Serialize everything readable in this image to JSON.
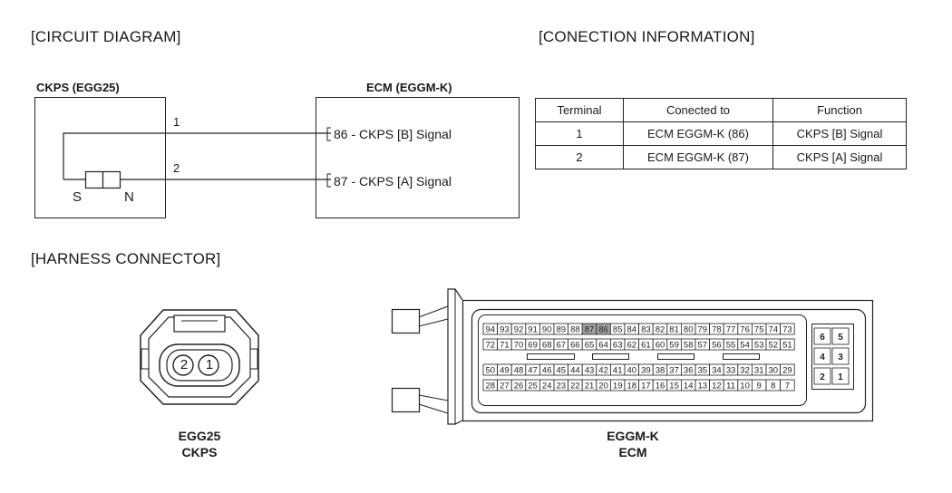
{
  "headings": {
    "circuit": "[CIRCUIT DIAGRAM]",
    "connection": "[CONECTION INFORMATION]",
    "harness": "[HARNESS CONNECTOR]"
  },
  "circuit": {
    "sensor_title": "CKPS (EGG25)",
    "ecm_title": "ECM (EGGM-K)",
    "pin1": "1",
    "pin2": "2",
    "pole_s": "S",
    "pole_n": "N",
    "ecm_pin_a": "86 - CKPS [B] Signal",
    "ecm_pin_b": "87 - CKPS [A] Signal"
  },
  "table": {
    "headers": [
      "Terminal",
      "Conected to",
      "Function"
    ],
    "rows": [
      [
        "1",
        "ECM EGGM-K (86)",
        "CKPS [B] Signal"
      ],
      [
        "2",
        "ECM EGGM-K (87)",
        "CKPS [A] Signal"
      ]
    ]
  },
  "harness": {
    "ckps_pin_left": "2",
    "ckps_pin_right": "1",
    "ckps_code": "EGG25",
    "ckps_name": "CKPS",
    "ecm_code": "EGGM-K",
    "ecm_name": "ECM",
    "ecm_rows": [
      [
        "94",
        "93",
        "92",
        "91",
        "90",
        "89",
        "88",
        "87",
        "86",
        "85",
        "84",
        "83",
        "82",
        "81",
        "80",
        "79",
        "78",
        "77",
        "76",
        "75",
        "74",
        "73"
      ],
      [
        "72",
        "71",
        "70",
        "69",
        "68",
        "67",
        "66",
        "65",
        "64",
        "63",
        "62",
        "61",
        "60",
        "59",
        "58",
        "57",
        "56",
        "55",
        "54",
        "53",
        "52",
        "51"
      ],
      [
        "50",
        "49",
        "48",
        "47",
        "46",
        "45",
        "44",
        "43",
        "42",
        "41",
        "40",
        "39",
        "38",
        "37",
        "36",
        "35",
        "34",
        "33",
        "32",
        "31",
        "30",
        "29"
      ],
      [
        "28",
        "27",
        "26",
        "25",
        "24",
        "23",
        "22",
        "21",
        "20",
        "19",
        "18",
        "17",
        "16",
        "15",
        "14",
        "13",
        "12",
        "11",
        "10",
        "9",
        "8",
        "7"
      ]
    ],
    "highlighted_pins": [
      "87",
      "86"
    ],
    "aux_pins": [
      [
        "6",
        "5"
      ],
      [
        "4",
        "3"
      ],
      [
        "2",
        "1"
      ]
    ]
  }
}
